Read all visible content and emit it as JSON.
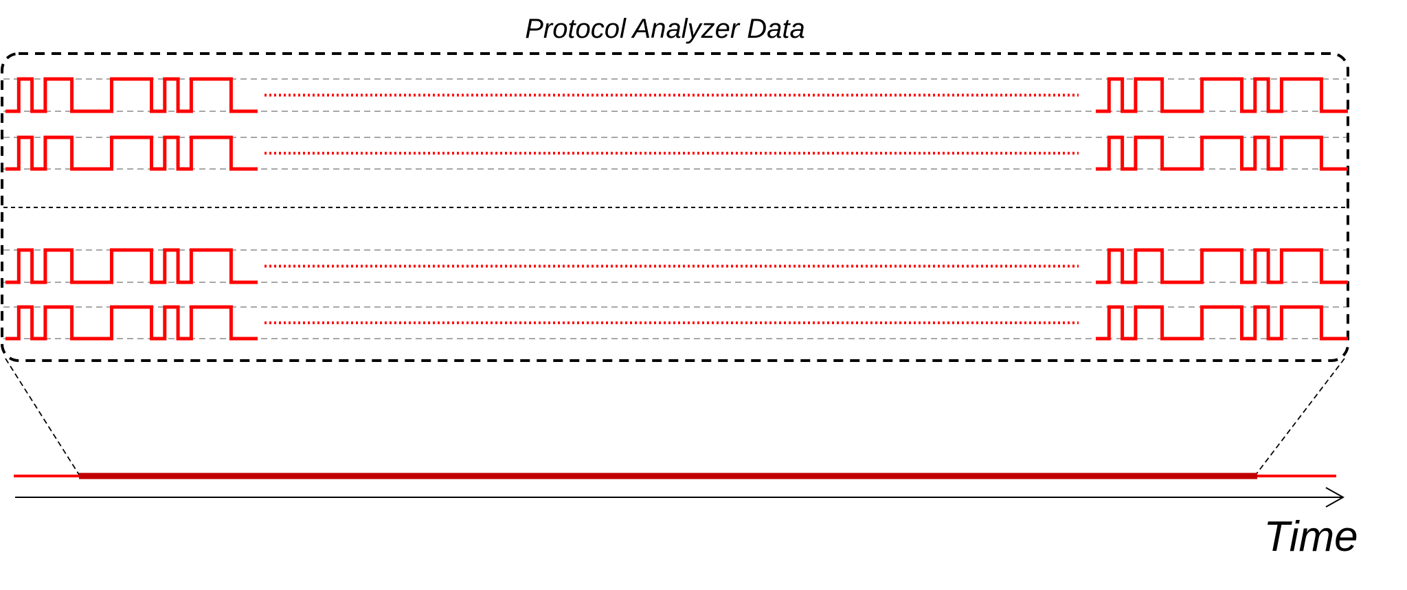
{
  "diagram": {
    "title": "Protocol Analyzer Data",
    "axis_label": "Time"
  },
  "colors": {
    "signal": "#ff0000",
    "capture_window": "#c00000",
    "frame": "#000000",
    "guide": "#888888"
  },
  "channels": [
    {
      "bits": "0101100011101011100"
    },
    {
      "bits": "0101100011101011100"
    },
    {
      "bits": "0101100011101011100"
    },
    {
      "bits": "0101100011101011100"
    }
  ]
}
